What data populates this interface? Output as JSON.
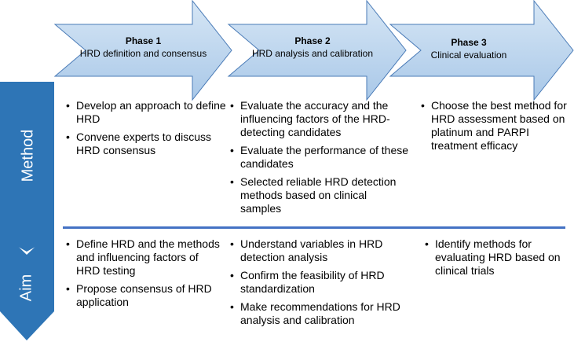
{
  "phases": [
    {
      "title": "Phase 1",
      "subtitle": "HRD definition and consensus"
    },
    {
      "title": "Phase 2",
      "subtitle": "HRD analysis and calibration"
    },
    {
      "title": "Phase 3",
      "subtitle": "Clinical evaluation"
    }
  ],
  "rows": {
    "method": {
      "label": "Method",
      "columns": [
        [
          "Develop an approach to define HRD",
          "Convene experts to discuss HRD consensus"
        ],
        [
          "Evaluate the accuracy and the influencing factors of the HRD-detecting candidates",
          "Evaluate the performance of these candidates",
          "Selected reliable HRD detection methods based on clinical samples"
        ],
        [
          "Choose the best method for HRD assessment based on platinum and PARPI treatment efficacy"
        ]
      ]
    },
    "aim": {
      "label": "Aim",
      "columns": [
        [
          "Define HRD and the methods and influencing factors of HRD testing",
          "Propose consensus of HRD application"
        ],
        [
          "Understand variables in HRD detection analysis",
          "Confirm the feasibility of HRD standardization",
          "Make recommendations for HRD analysis and calibration"
        ],
        [
          "Identify methods for evaluating HRD based on clinical trials"
        ]
      ]
    }
  },
  "colors": {
    "arrow_fill_top": "#d6e6f5",
    "arrow_fill_bottom": "#a9c8e8",
    "arrow_stroke": "#4a7bb7",
    "chevron_fill": "#2e75b6",
    "divider": "#4472c4"
  }
}
